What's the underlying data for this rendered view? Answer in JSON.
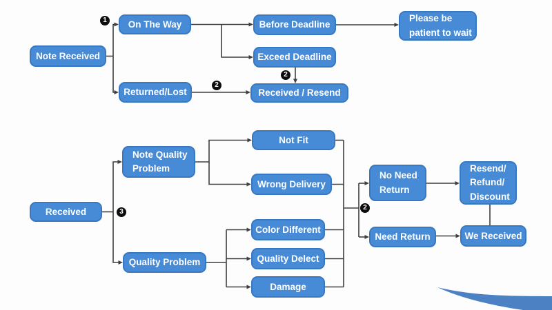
{
  "colors": {
    "background": "#fdfdfd",
    "node_fill": "#478bd6",
    "node_border": "#3878c2",
    "node_text": "#ffffff",
    "connector": "#3f3f3f",
    "marker_fill": "#0d0d0d",
    "marker_text": "#ffffff",
    "swoosh": "#4c82c3"
  },
  "nodes": {
    "note_received": {
      "label": "Note Received"
    },
    "on_the_way": {
      "label": "On The Way"
    },
    "before_deadline": {
      "label": "Before Deadline"
    },
    "please_be_patient": {
      "line1": "Please be",
      "line2": "patient to wait"
    },
    "exceed_deadline": {
      "label": "Exceed Deadline"
    },
    "returned_lost": {
      "label": "Returned/Lost"
    },
    "received_resend": {
      "label": "Received / Resend"
    },
    "note_quality_problem": {
      "line1": "Note Quality",
      "line2": "Problem"
    },
    "received": {
      "label": "Received"
    },
    "not_fit": {
      "label": "Not Fit"
    },
    "wrong_delivery": {
      "label": "Wrong Delivery"
    },
    "color_different": {
      "label": "Color Different"
    },
    "quality_problem": {
      "label": "Quality Problem"
    },
    "quality_delect": {
      "label": "Quality Delect"
    },
    "damage": {
      "label": "Damage"
    },
    "no_need_return": {
      "line1": "No Need",
      "line2": "Return"
    },
    "resend_refund_discount": {
      "line1": "Resend/",
      "line2": "Refund/",
      "line3": "Discount"
    },
    "need_return": {
      "label": "Need Return"
    },
    "we_received": {
      "label": "We Received"
    }
  },
  "markers": {
    "step1": "1",
    "step2_returned": "2",
    "step2_exceed": "2",
    "step3": "3",
    "step2_branch": "2"
  }
}
